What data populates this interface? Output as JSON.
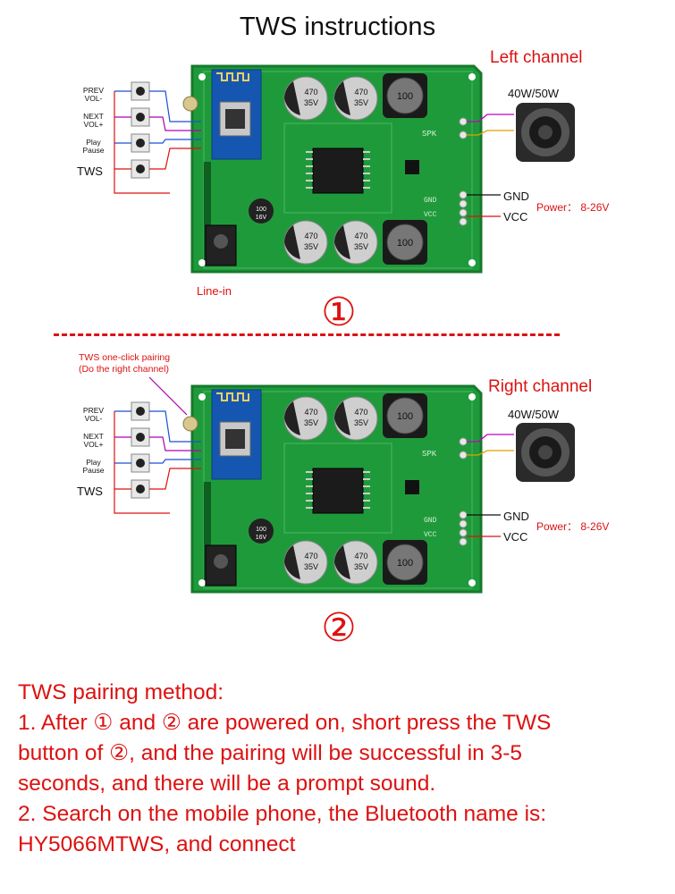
{
  "title": "TWS instructions",
  "boards": [
    {
      "channel_label": "Left channel",
      "speaker_rating": "40W/50W",
      "button_labels": [
        {
          "line1": "PREV",
          "line2": "VOL-"
        },
        {
          "line1": "NEXT",
          "line2": "VOL+"
        },
        {
          "line1": "Play",
          "line2": "Pause"
        },
        {
          "line1": "TWS",
          "line2": ""
        }
      ],
      "gnd_label": "GND",
      "vcc_label": "VCC",
      "power_label": "Power： 8-26V",
      "line_in_label": "Line-in",
      "marker": "①"
    },
    {
      "channel_label": "Right channel",
      "speaker_rating": "40W/50W",
      "pairing_note_line1": "TWS one-click pairing",
      "pairing_note_line2": "(Do the right channel)",
      "button_labels": [
        {
          "line1": "PREV",
          "line2": "VOL-"
        },
        {
          "line1": "NEXT",
          "line2": "VOL+"
        },
        {
          "line1": "Play",
          "line2": "Pause"
        },
        {
          "line1": "TWS",
          "line2": ""
        }
      ],
      "gnd_label": "GND",
      "vcc_label": "VCC",
      "power_label": "Power： 8-26V",
      "marker": "②"
    }
  ],
  "pcb_text": {
    "cap_value": "470",
    "cap_voltage": "35V",
    "inductor_value": "100",
    "small_cap_value": "100",
    "small_cap_voltage": "16V",
    "spk": "SPK",
    "gnd": "GND",
    "vcc": "VCC"
  },
  "method": {
    "heading": "TWS pairing method:",
    "lines": [
      "1. After ① and ② are powered on, short press the TWS",
      "button of ②, and the pairing will be successful in 3-5",
      "seconds, and there will be a prompt sound.",
      "2. Search on the mobile phone, the Bluetooth name is:",
      "HY5066MTWS, and connect"
    ]
  },
  "colors": {
    "pcb": "#1f9a3a",
    "pcb_edge": "#157a2c",
    "accent_red": "#dd1111",
    "bt_module": "#1557b0"
  }
}
